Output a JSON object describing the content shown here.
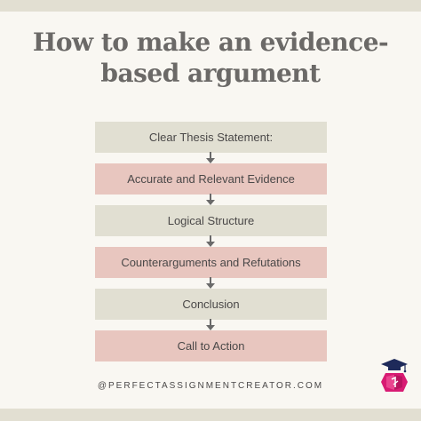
{
  "title": {
    "line1": "How to make an evidence-",
    "line2": "based argument"
  },
  "steps": [
    {
      "label": "Clear Thesis Statement:",
      "color": "#e1dfd2"
    },
    {
      "label": "Accurate and Relevant Evidence",
      "color": "#e8c6bf"
    },
    {
      "label": "Logical Structure",
      "color": "#e1dfd2"
    },
    {
      "label": "Counterarguments and Refutations",
      "color": "#e8c6bf"
    },
    {
      "label": "Conclusion",
      "color": "#e1dfd2"
    },
    {
      "label": "Call to Action",
      "color": "#e8c6bf"
    }
  ],
  "footer": {
    "handle": "@PERFECTASSIGNMENTCREATOR.COM"
  },
  "logo": {
    "icon": "graduation-cap-book-logo-icon"
  },
  "colors": {
    "background": "#f9f7f2",
    "band": "#e2dfd2",
    "title": "#6b6967",
    "beige_step": "#e1dfd2",
    "pink_step": "#e8c6bf",
    "arrow": "#6a6a6a",
    "logo_pink": "#d81b73",
    "logo_navy": "#1e2a5a"
  }
}
